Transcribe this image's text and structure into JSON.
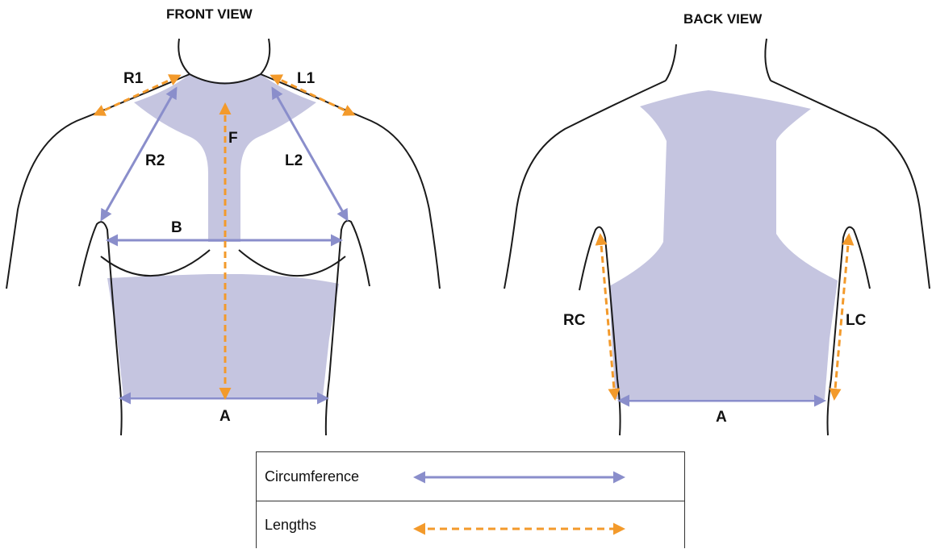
{
  "views": {
    "front": {
      "title": "FRONT VIEW",
      "labels": {
        "r1": "R1",
        "l1": "L1",
        "r2": "R2",
        "l2": "L2",
        "f": "F",
        "b": "B",
        "a": "A"
      }
    },
    "back": {
      "title": "BACK VIEW",
      "labels": {
        "rc": "RC",
        "lc": "LC",
        "a": "A"
      }
    }
  },
  "legend": {
    "circumference": "Circumference",
    "lengths": "Lengths"
  },
  "colors": {
    "garment": "#c5c5e0",
    "circumference": "#8a8ecb",
    "lengths": "#f39a2b",
    "outline": "#1a1a1a"
  }
}
